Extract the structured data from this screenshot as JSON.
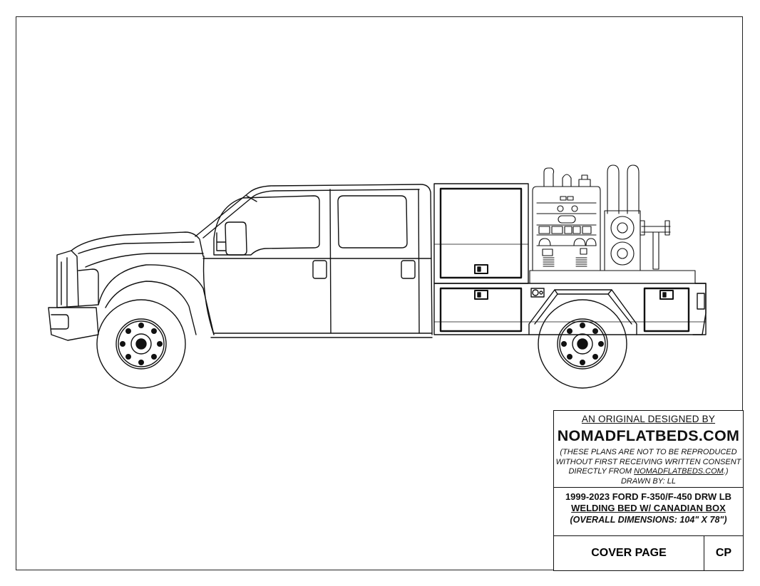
{
  "sheet": {
    "border_color": "#222222",
    "background": "#ffffff"
  },
  "drawing": {
    "subject": "truck-side-elevation",
    "components": [
      "crew-cab-pickup",
      "canadian-box",
      "welder-generator",
      "gas-cylinders",
      "wire-spool-feeder",
      "flatbed-toolboxes",
      "rear-dual-wheel",
      "front-wheel"
    ]
  },
  "title_block": {
    "designed_by_label": "AN ORIGINAL DESIGNED BY",
    "brand": "NOMADFLATBEDS.COM",
    "notice_line1": "(THESE PLANS ARE NOT TO BE REPRODUCED",
    "notice_line2": "WITHOUT FIRST RECEIVING WRITTEN CONSENT",
    "notice_line3_prefix": "DIRECTLY FROM ",
    "notice_line3_link": "NOMADFLATBEDS.COM",
    "notice_line3_suffix": ".)",
    "drawn_by": "DRAWN BY: LL",
    "project_line1": "1999-2023 FORD F-350/F-450 DRW LB",
    "project_line2": "WELDING BED W/ CANADIAN BOX",
    "project_line3": "(OVERALL DIMENSIONS: 104\" X 78\")",
    "page_title": "COVER PAGE",
    "page_code": "CP"
  }
}
